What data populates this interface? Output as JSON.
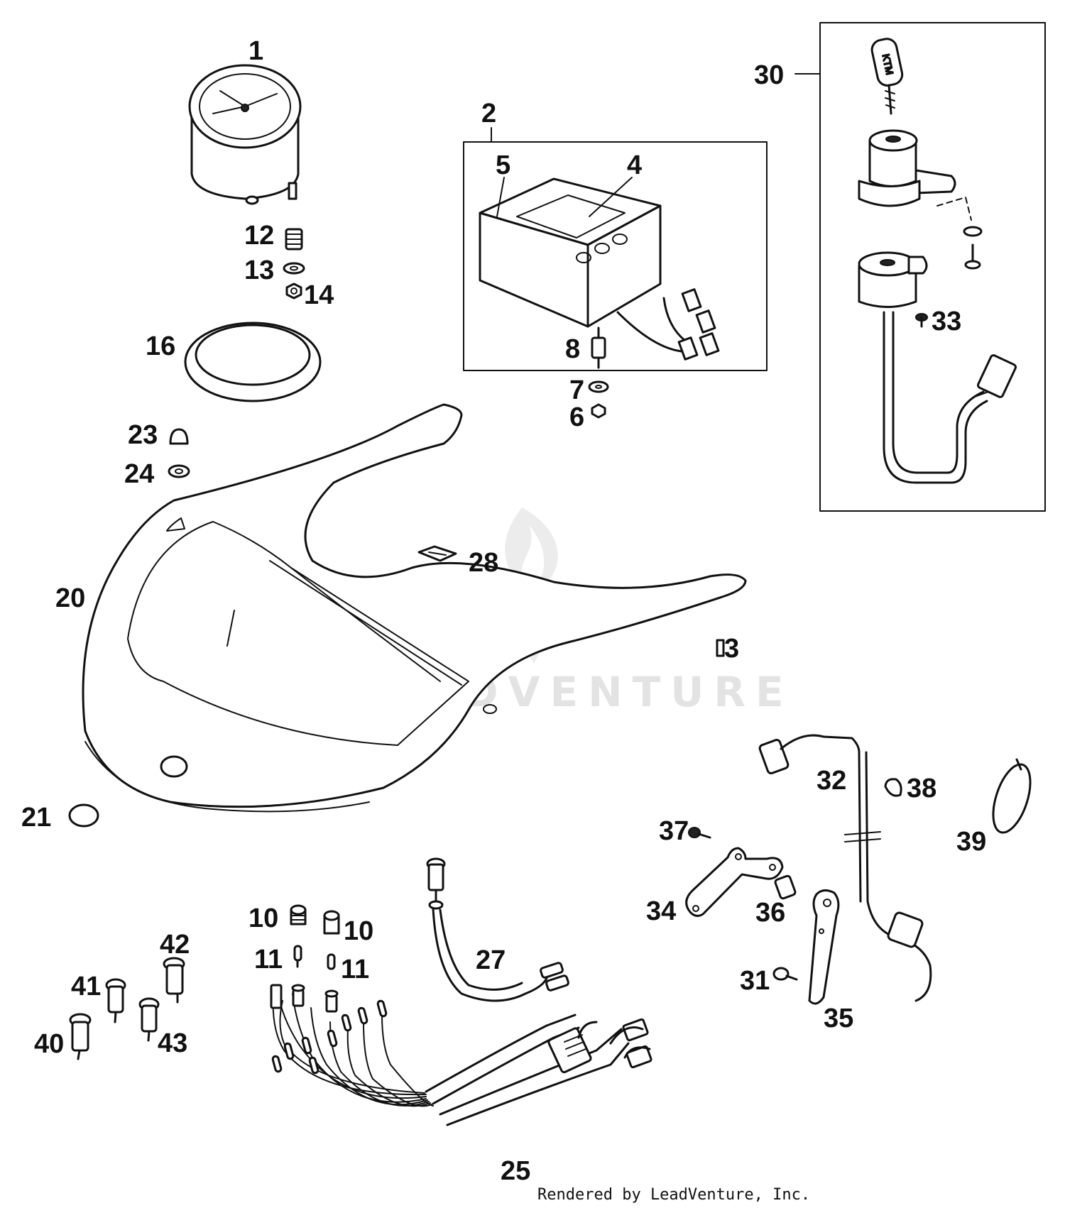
{
  "watermark": {
    "text": "LEADVENTURE"
  },
  "credit": {
    "text": "Rendered by LeadVenture, Inc."
  },
  "key_tag": {
    "text": "KTM"
  },
  "labels": [
    {
      "id": "label-1",
      "text": "1"
    },
    {
      "id": "label-2",
      "text": "2"
    },
    {
      "id": "label-3",
      "text": "3"
    },
    {
      "id": "label-4",
      "text": "4"
    },
    {
      "id": "label-5",
      "text": "5"
    },
    {
      "id": "label-6",
      "text": "6"
    },
    {
      "id": "label-7",
      "text": "7"
    },
    {
      "id": "label-8",
      "text": "8"
    },
    {
      "id": "label-10a",
      "text": "10"
    },
    {
      "id": "label-10b",
      "text": "10"
    },
    {
      "id": "label-11a",
      "text": "11"
    },
    {
      "id": "label-11b",
      "text": "11"
    },
    {
      "id": "label-12",
      "text": "12"
    },
    {
      "id": "label-13",
      "text": "13"
    },
    {
      "id": "label-14",
      "text": "14"
    },
    {
      "id": "label-16",
      "text": "16"
    },
    {
      "id": "label-20",
      "text": "20"
    },
    {
      "id": "label-21",
      "text": "21"
    },
    {
      "id": "label-23",
      "text": "23"
    },
    {
      "id": "label-24",
      "text": "24"
    },
    {
      "id": "label-25",
      "text": "25"
    },
    {
      "id": "label-27",
      "text": "27"
    },
    {
      "id": "label-28",
      "text": "28"
    },
    {
      "id": "label-30",
      "text": "30"
    },
    {
      "id": "label-31",
      "text": "31"
    },
    {
      "id": "label-32",
      "text": "32"
    },
    {
      "id": "label-33",
      "text": "33"
    },
    {
      "id": "label-34",
      "text": "34"
    },
    {
      "id": "label-35",
      "text": "35"
    },
    {
      "id": "label-36",
      "text": "36"
    },
    {
      "id": "label-37",
      "text": "37"
    },
    {
      "id": "label-38",
      "text": "38"
    },
    {
      "id": "label-39",
      "text": "39"
    },
    {
      "id": "label-40",
      "text": "40"
    },
    {
      "id": "label-41",
      "text": "41"
    },
    {
      "id": "label-42",
      "text": "42"
    },
    {
      "id": "label-43",
      "text": "43"
    }
  ]
}
